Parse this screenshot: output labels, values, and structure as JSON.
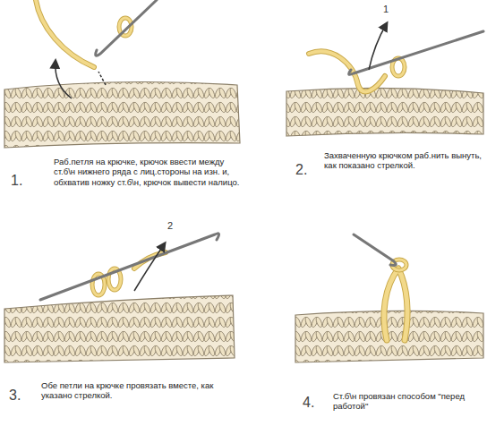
{
  "diagram": {
    "labels": [
      "1.",
      "Раб.петля на крючке, крючок ввести между ст.б\\н нижнего ряда с лиц.стороны на изн. и, обхватив ножку ст.б\\н, крючок вывести налицо.",
      "1",
      "2.",
      "Захваченную крючком раб.нить вынуть, как показано стрелкой.",
      "2",
      "3.",
      "Обе петли на крючке провязать вместе, как указано стрелкой.",
      "4.",
      "Ст.б\\н провязан способом \"перед работой\""
    ]
  }
}
